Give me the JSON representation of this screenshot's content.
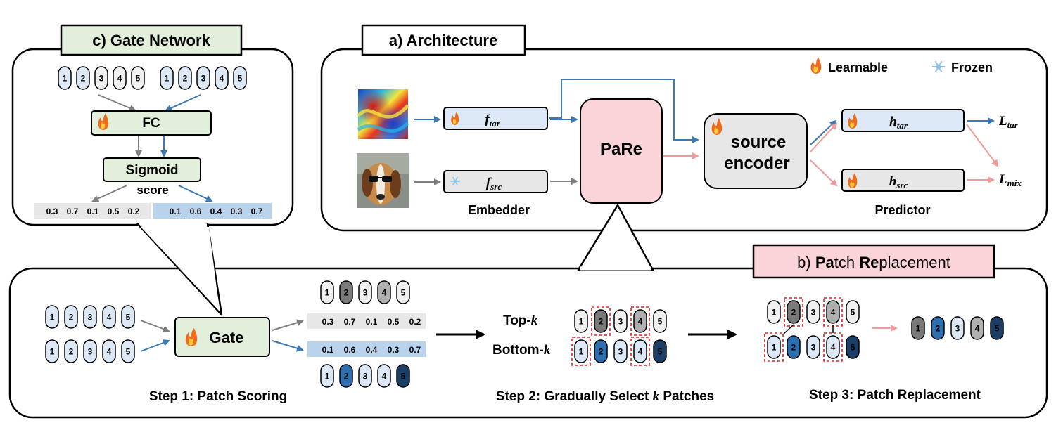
{
  "panels": {
    "gate_network_title": "c) Gate Network",
    "architecture_title": "a) Architecture",
    "patch_replacement_title_parts": [
      "b) ",
      "Pa",
      "tch ",
      "Re",
      "placement"
    ]
  },
  "legend": {
    "learnable": "Learnable",
    "frozen": "Frozen"
  },
  "architecture": {
    "embedder_label": "Embedder",
    "predictor_label": "Predictor",
    "pare_label": "PaRe",
    "source_encoder_line1": "source",
    "source_encoder_line2": "encoder",
    "f_tar": {
      "main": "f",
      "sub": "tar"
    },
    "f_src": {
      "main": "f",
      "sub": "src"
    },
    "h_tar": {
      "main": "h",
      "sub": "tar"
    },
    "h_src": {
      "main": "h",
      "sub": "src"
    },
    "L_tar": {
      "main": "L",
      "sub": "tar"
    },
    "L_mix": {
      "main": "L",
      "sub": "mix"
    }
  },
  "gate_network": {
    "fc_label": "FC",
    "sigmoid_label": "Sigmoid",
    "score_label": "score",
    "patches_a": [
      "1",
      "2",
      "3",
      "4",
      "5"
    ],
    "patches_b": [
      "1",
      "2",
      "3",
      "4",
      "5"
    ],
    "scores_src": [
      "0.3",
      "0.7",
      "0.1",
      "0.5",
      "0.2"
    ],
    "scores_tar": [
      "0.1",
      "0.6",
      "0.4",
      "0.3",
      "0.7"
    ]
  },
  "patch_replacement": {
    "gate_label": "Gate",
    "step1_label": "Step 1: Patch Scoring",
    "step2_label_prefix": "Step 2: Gradually Select ",
    "step2_label_k": "k",
    "step2_label_suffix": " Patches",
    "step3_label": "Step 3: Patch Replacement",
    "topk_prefix": "Top-",
    "bottomk_prefix": "Bottom-",
    "k": "k",
    "patch_numbers": [
      "1",
      "2",
      "3",
      "4",
      "5"
    ],
    "scores_src": [
      "0.3",
      "0.7",
      "0.1",
      "0.5",
      "0.2"
    ],
    "scores_tar": [
      "0.1",
      "0.6",
      "0.4",
      "0.3",
      "0.7"
    ],
    "result_patches": [
      "1",
      "2",
      "3",
      "4",
      "5"
    ]
  },
  "colors": {
    "blue_arrow": "#3b78b4",
    "gray_arrow": "#7f7f7f",
    "pink_arrow": "#f09a9a",
    "green_fill": "#e2efda",
    "pink_fill": "#fad4d8",
    "light_blue_fill": "#dce8f5",
    "gray_fill": "#e7e7e7"
  }
}
